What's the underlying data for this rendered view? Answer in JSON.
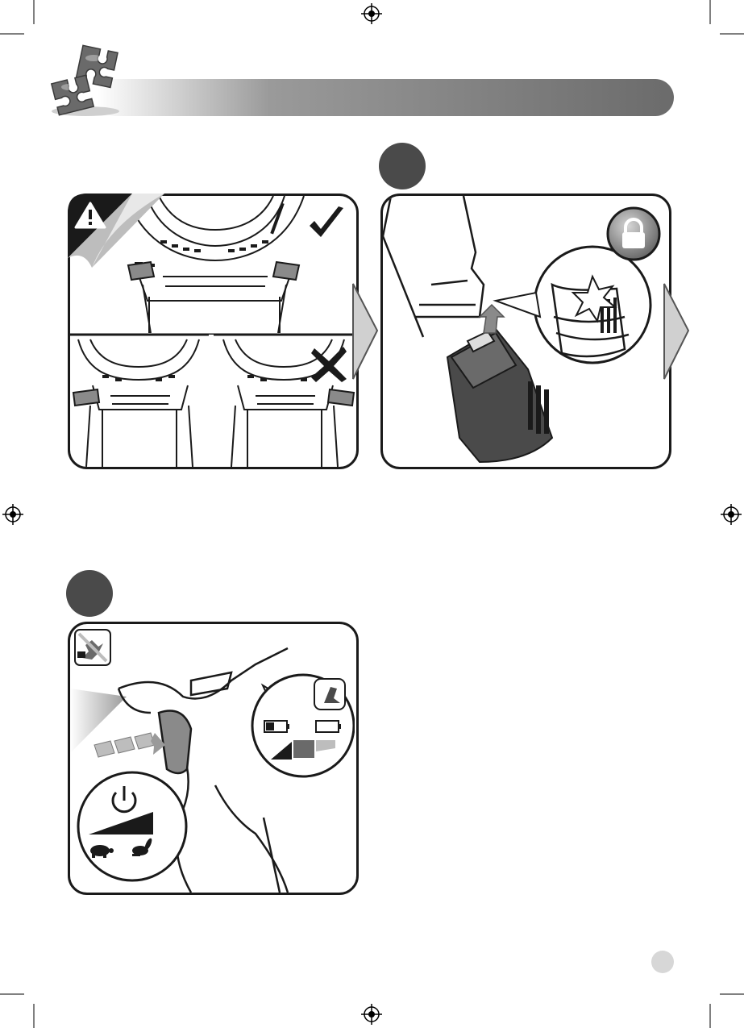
{
  "header": {
    "banner_gradient_start": "#ffffff",
    "banner_gradient_end": "#6b6b6b",
    "icon": "puzzle-pieces-icon"
  },
  "steps": [
    {
      "id": "step-a",
      "icon": "step-circle"
    },
    {
      "id": "step-b",
      "icon": "step-circle"
    }
  ],
  "icons": {
    "warning": "warning-triangle-icon",
    "correct": "check-mark-icon",
    "incorrect": "x-mark-icon",
    "lock": "lock-icon",
    "power": "power-icon",
    "slow": "tortoise-icon",
    "fast": "hare-icon",
    "no_hand": "no-hand-icon",
    "tool_holding": "drill-holding-icon",
    "battery_low": "battery-low-icon",
    "battery_full": "battery-full-icon"
  },
  "colors": {
    "outline": "#1a1a1a",
    "step_circle": "#4a4a4a",
    "arrow_fill": "#d0d0d0",
    "page_dot": "#d7d7d7"
  }
}
